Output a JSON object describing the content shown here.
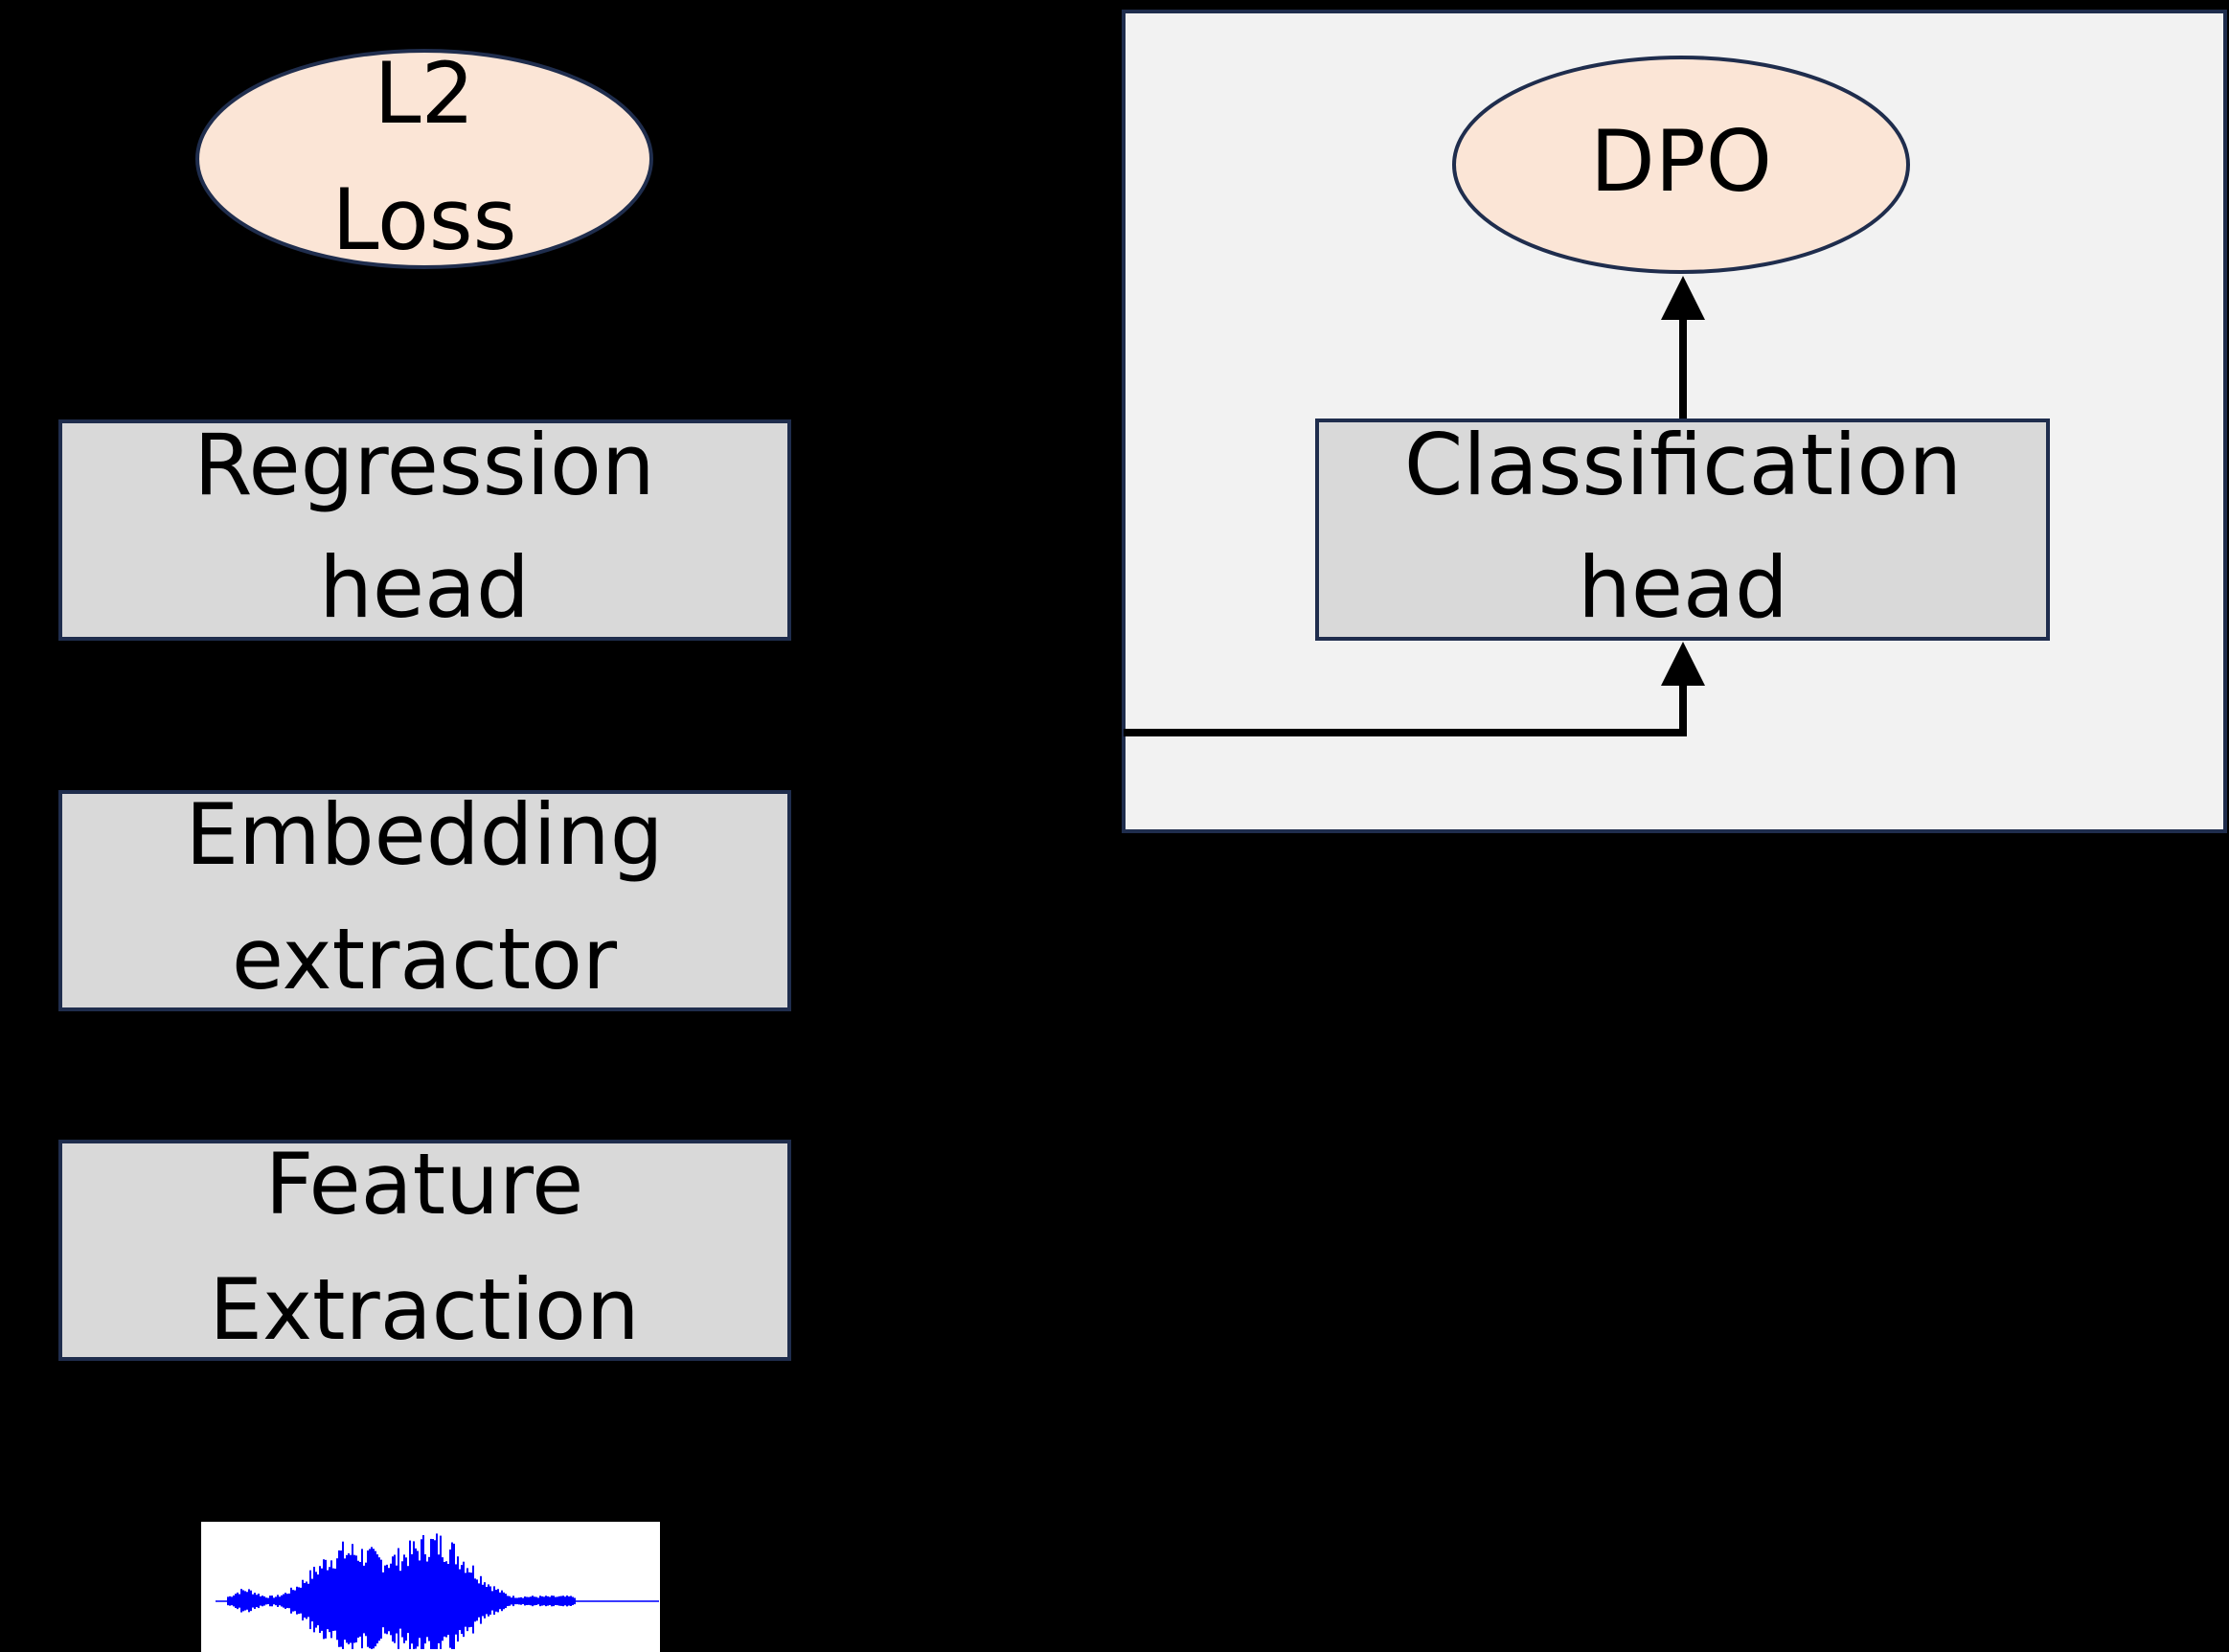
{
  "diagram": {
    "left_branch": {
      "loss": {
        "lines": [
          "L2",
          "Loss"
        ]
      },
      "regression_head": {
        "lines": [
          "Regression",
          "head"
        ]
      },
      "embedding_extractor": {
        "lines": [
          "Embedding",
          "extractor"
        ]
      },
      "feature_extraction": {
        "lines": [
          "Feature",
          "Extraction"
        ]
      },
      "waveform": {
        "icon": "audio-waveform-icon"
      }
    },
    "right_branch": {
      "loss": {
        "lines": [
          "DPO"
        ]
      },
      "classification_head": {
        "lines": [
          "Classification",
          "head"
        ]
      }
    }
  },
  "colors": {
    "background": "#000000",
    "panel": "#f2f2f2",
    "box_fill": "#d9d9d9",
    "box_border": "#1f2d4d",
    "loss_fill": "#fbe5d6",
    "arrow": "#000000",
    "waveform": "#0000ff"
  }
}
